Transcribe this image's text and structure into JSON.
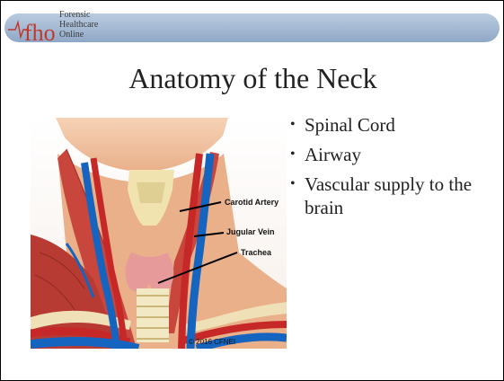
{
  "header": {
    "logo_text": "fho",
    "brand_lines": [
      "Forensic",
      "Healthcare",
      "Online"
    ]
  },
  "slide": {
    "title": "Anatomy of  the Neck",
    "bullets": [
      {
        "text": "Spinal Cord"
      },
      {
        "text": "Airway"
      },
      {
        "text": "Vascular supply to the brain"
      }
    ]
  },
  "figure": {
    "labels": {
      "carotid": "Carotid Artery",
      "jugular": "Jugular Vein",
      "trachea": "Trachea"
    },
    "copyright": "© 2016 CFNEI"
  },
  "colors": {
    "banner": "#a3b8d2",
    "logo_red": "#c0392b",
    "artery": "#c62828",
    "vein": "#1565c0",
    "skin": "#f2c4a4",
    "muscle": "#c9463d"
  }
}
